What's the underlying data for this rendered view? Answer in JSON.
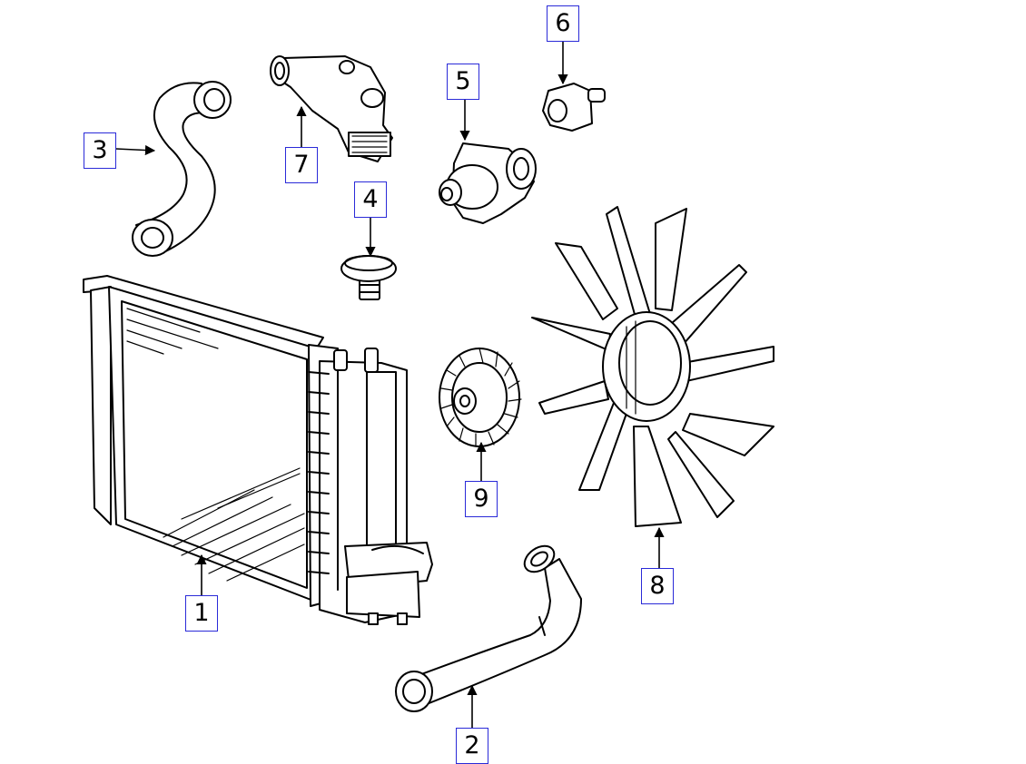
{
  "diagram": {
    "callouts": [
      "1",
      "2",
      "3",
      "4",
      "5",
      "6",
      "7",
      "8",
      "9"
    ],
    "colors": {
      "callout_border": "#2a2ad8",
      "ink": "#000000",
      "background": "#ffffff"
    }
  }
}
